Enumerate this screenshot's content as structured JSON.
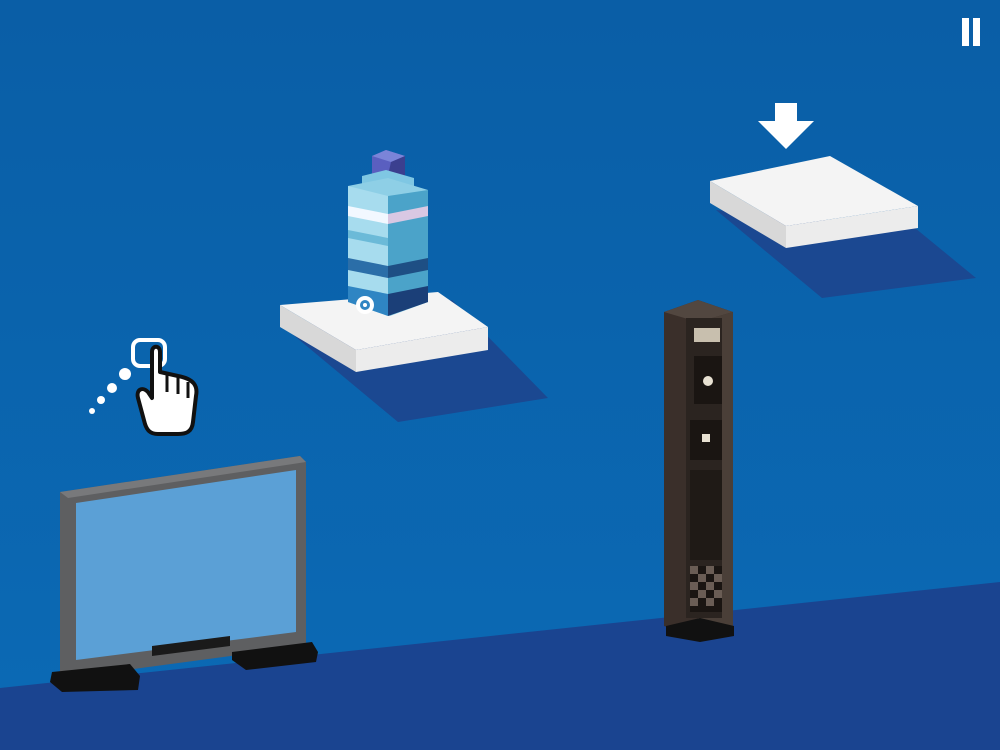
{
  "game": {
    "hud": {
      "pause_icon": "pause-icon"
    },
    "hint": {
      "tap_icon": "tap-hand-icon",
      "target_arrow_icon": "down-arrow-icon"
    },
    "objects": [
      "water-bottle",
      "platform-start",
      "platform-target",
      "tv-monitor",
      "tower-speaker"
    ],
    "colors": {
      "sky": "#0b63ab",
      "floor": "#1a4490",
      "platform": "#ffffff",
      "shadow": "#1b4891",
      "tv_screen": "#5ba0d6",
      "tv_frame": "#5e5f61",
      "speaker_body": "#3a2f2a"
    }
  }
}
